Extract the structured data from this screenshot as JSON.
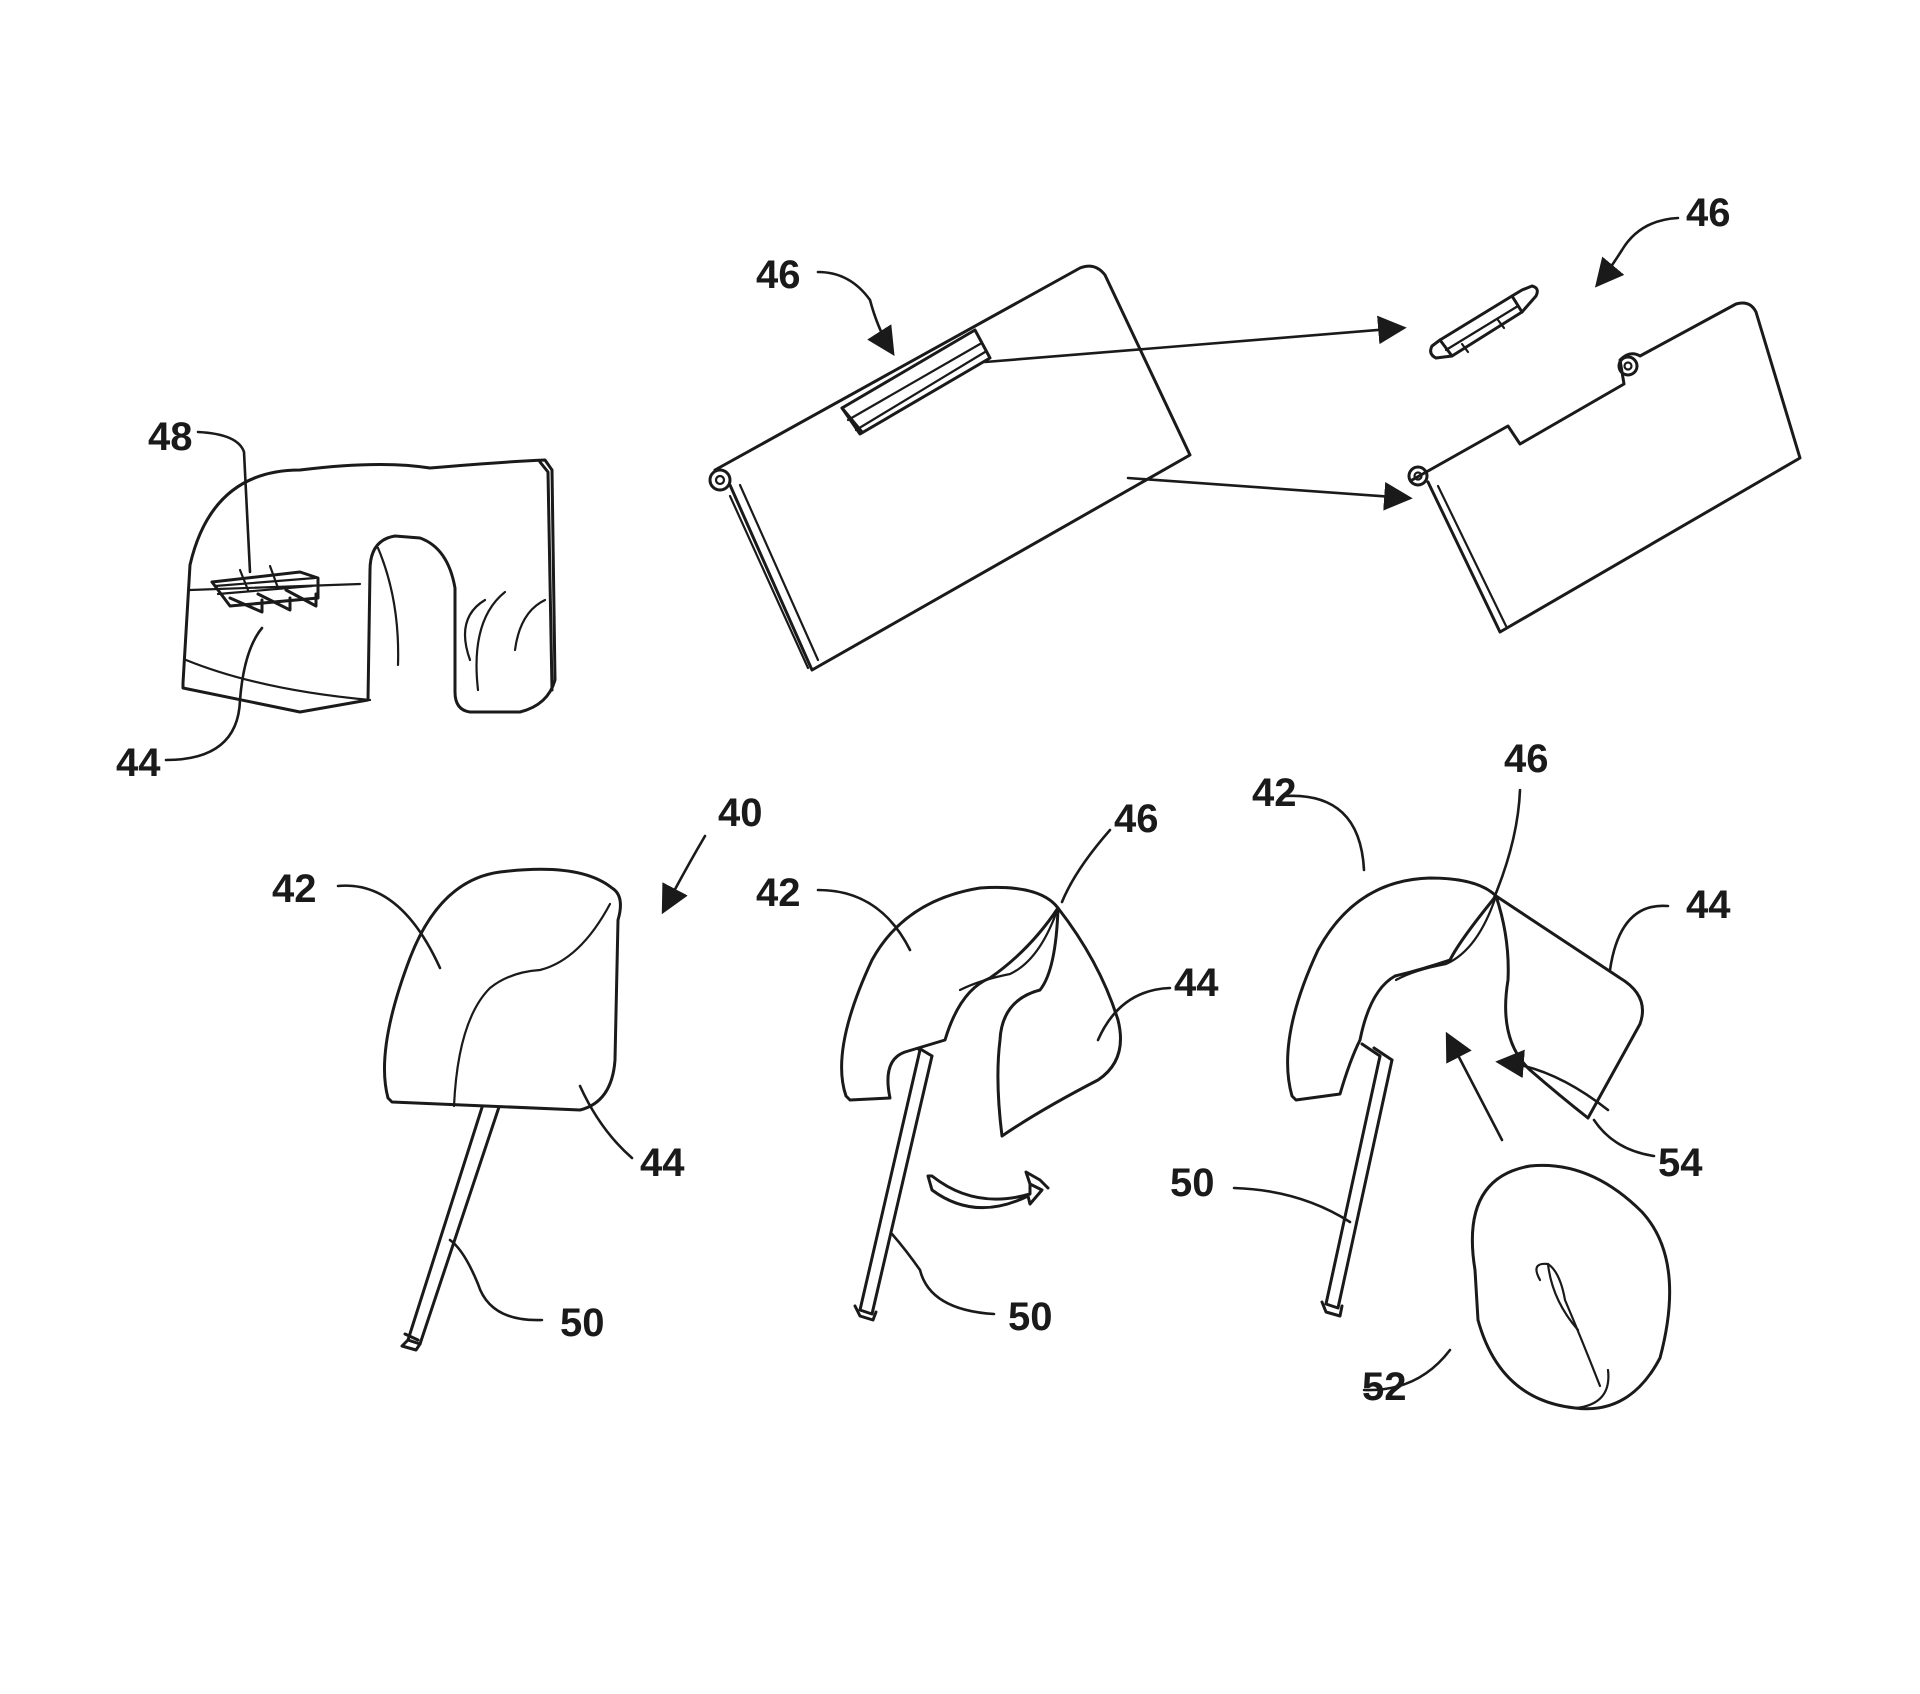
{
  "colors": {
    "line": "#1a1a1a",
    "background": "#ffffff"
  },
  "labels": {
    "hinge_closeup": {
      "clip": "48",
      "cover": "44"
    },
    "exploded_view": {
      "hinge_left": "46",
      "hinge_right": "46"
    },
    "assembled_view": {
      "headrest": "40",
      "front": "42",
      "cover": "44",
      "post": "50"
    },
    "opening_view": {
      "front": "42",
      "hinge": "46",
      "cover": "44",
      "post": "50"
    },
    "open_view": {
      "front": "42",
      "hinge": "46",
      "cover": "44",
      "post": "50",
      "pillow": "52",
      "cavity": "54"
    }
  }
}
